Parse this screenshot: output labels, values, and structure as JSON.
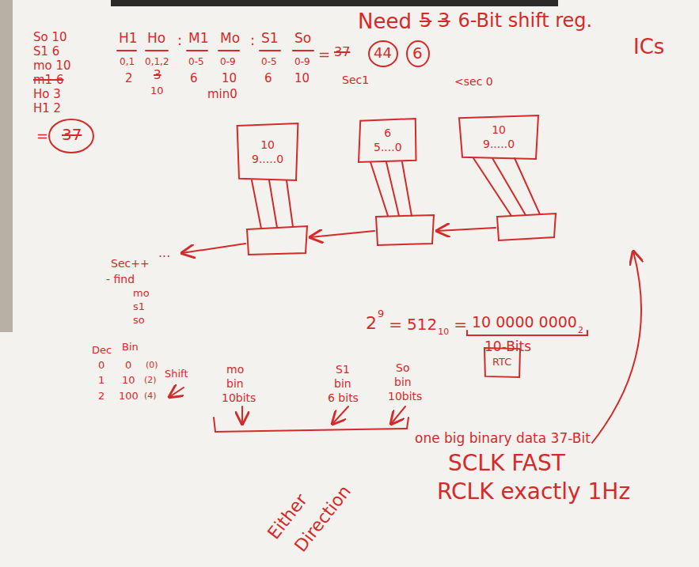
{
  "diagram": {
    "nodes": [
      {
        "text": [
          "10",
          "9.....0"
        ]
      },
      {
        "text": [
          "6",
          "5....0"
        ]
      },
      {
        "text": [
          "10",
          "9.....0"
        ]
      },
      {
        "text": [
          "RTC"
        ]
      }
    ],
    "labels": [
      "So 10",
      "S1 6",
      "mo 10",
      "m1 6",
      "Ho 3",
      "H1 2",
      "=",
      "37",
      "H1",
      "Ho",
      ":",
      "M1",
      "Mo",
      ":",
      "S1",
      "So",
      "0,1",
      "0,1,2",
      "0-5",
      "0-9",
      "0-5",
      "0-9",
      "2",
      "3",
      "10",
      "6",
      "10",
      "min0",
      "6",
      "10",
      "=",
      "37",
      "44",
      "6",
      "Sec1",
      "<sec 0",
      "Need",
      "5",
      "3",
      "6-Bit shift reg.",
      "ICs",
      "...",
      "Sec++",
      "- find",
      "mo",
      "s1",
      "so",
      "Dec",
      "Bin",
      "0",
      "0",
      "(0)",
      "1",
      "10",
      "(2)",
      "Shift",
      "2",
      "100",
      "(4)",
      "2",
      "9",
      "=",
      "512",
      "10",
      "=",
      "10 0000 0000",
      "2",
      "10-Bits",
      "mo",
      "bin",
      "10bits",
      "S1",
      "bin",
      "6 bits",
      "So",
      "bin",
      "10bits",
      "one big binary data 37-Bit",
      "SCLK FAST",
      "RCLK exactly 1Hz",
      "Either",
      "Direction"
    ]
  }
}
